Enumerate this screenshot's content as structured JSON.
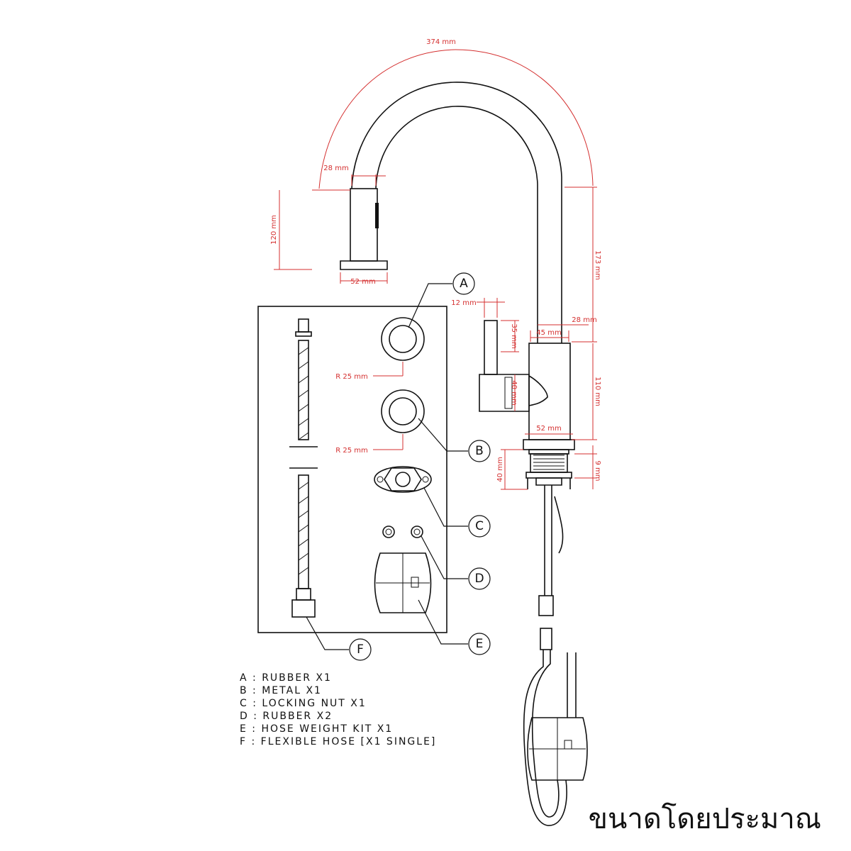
{
  "dimensions": {
    "spout_arc": "374 mm",
    "spout_tip_width": "28 mm",
    "spray_head_height": "120 mm",
    "spray_head_base": "52 mm",
    "body_height_upper": "173 mm",
    "body_pipe_width": "28 mm",
    "body_width": "45 mm",
    "handle_width": "12 mm",
    "handle_height": "35 mm",
    "lever_height": "40 mm",
    "body_height": "110 mm",
    "base_width": "52 mm",
    "mount_height": "40 mm",
    "mount_gap": "9 mm",
    "radius_a": "R 25 mm",
    "radius_b": "R 25 mm"
  },
  "callouts": [
    "A",
    "B",
    "C",
    "D",
    "E",
    "F"
  ],
  "legend": [
    "A : RUBBER X1",
    "B : METAL X1",
    "C : LOCKING NUT X1",
    "D : RUBBER X2",
    "E : HOSE WEIGHT KIT X1",
    "F : FLEXIBLE HOSE [X1 SINGLE]"
  ],
  "caption": "ขนาดโดยประมาณ"
}
